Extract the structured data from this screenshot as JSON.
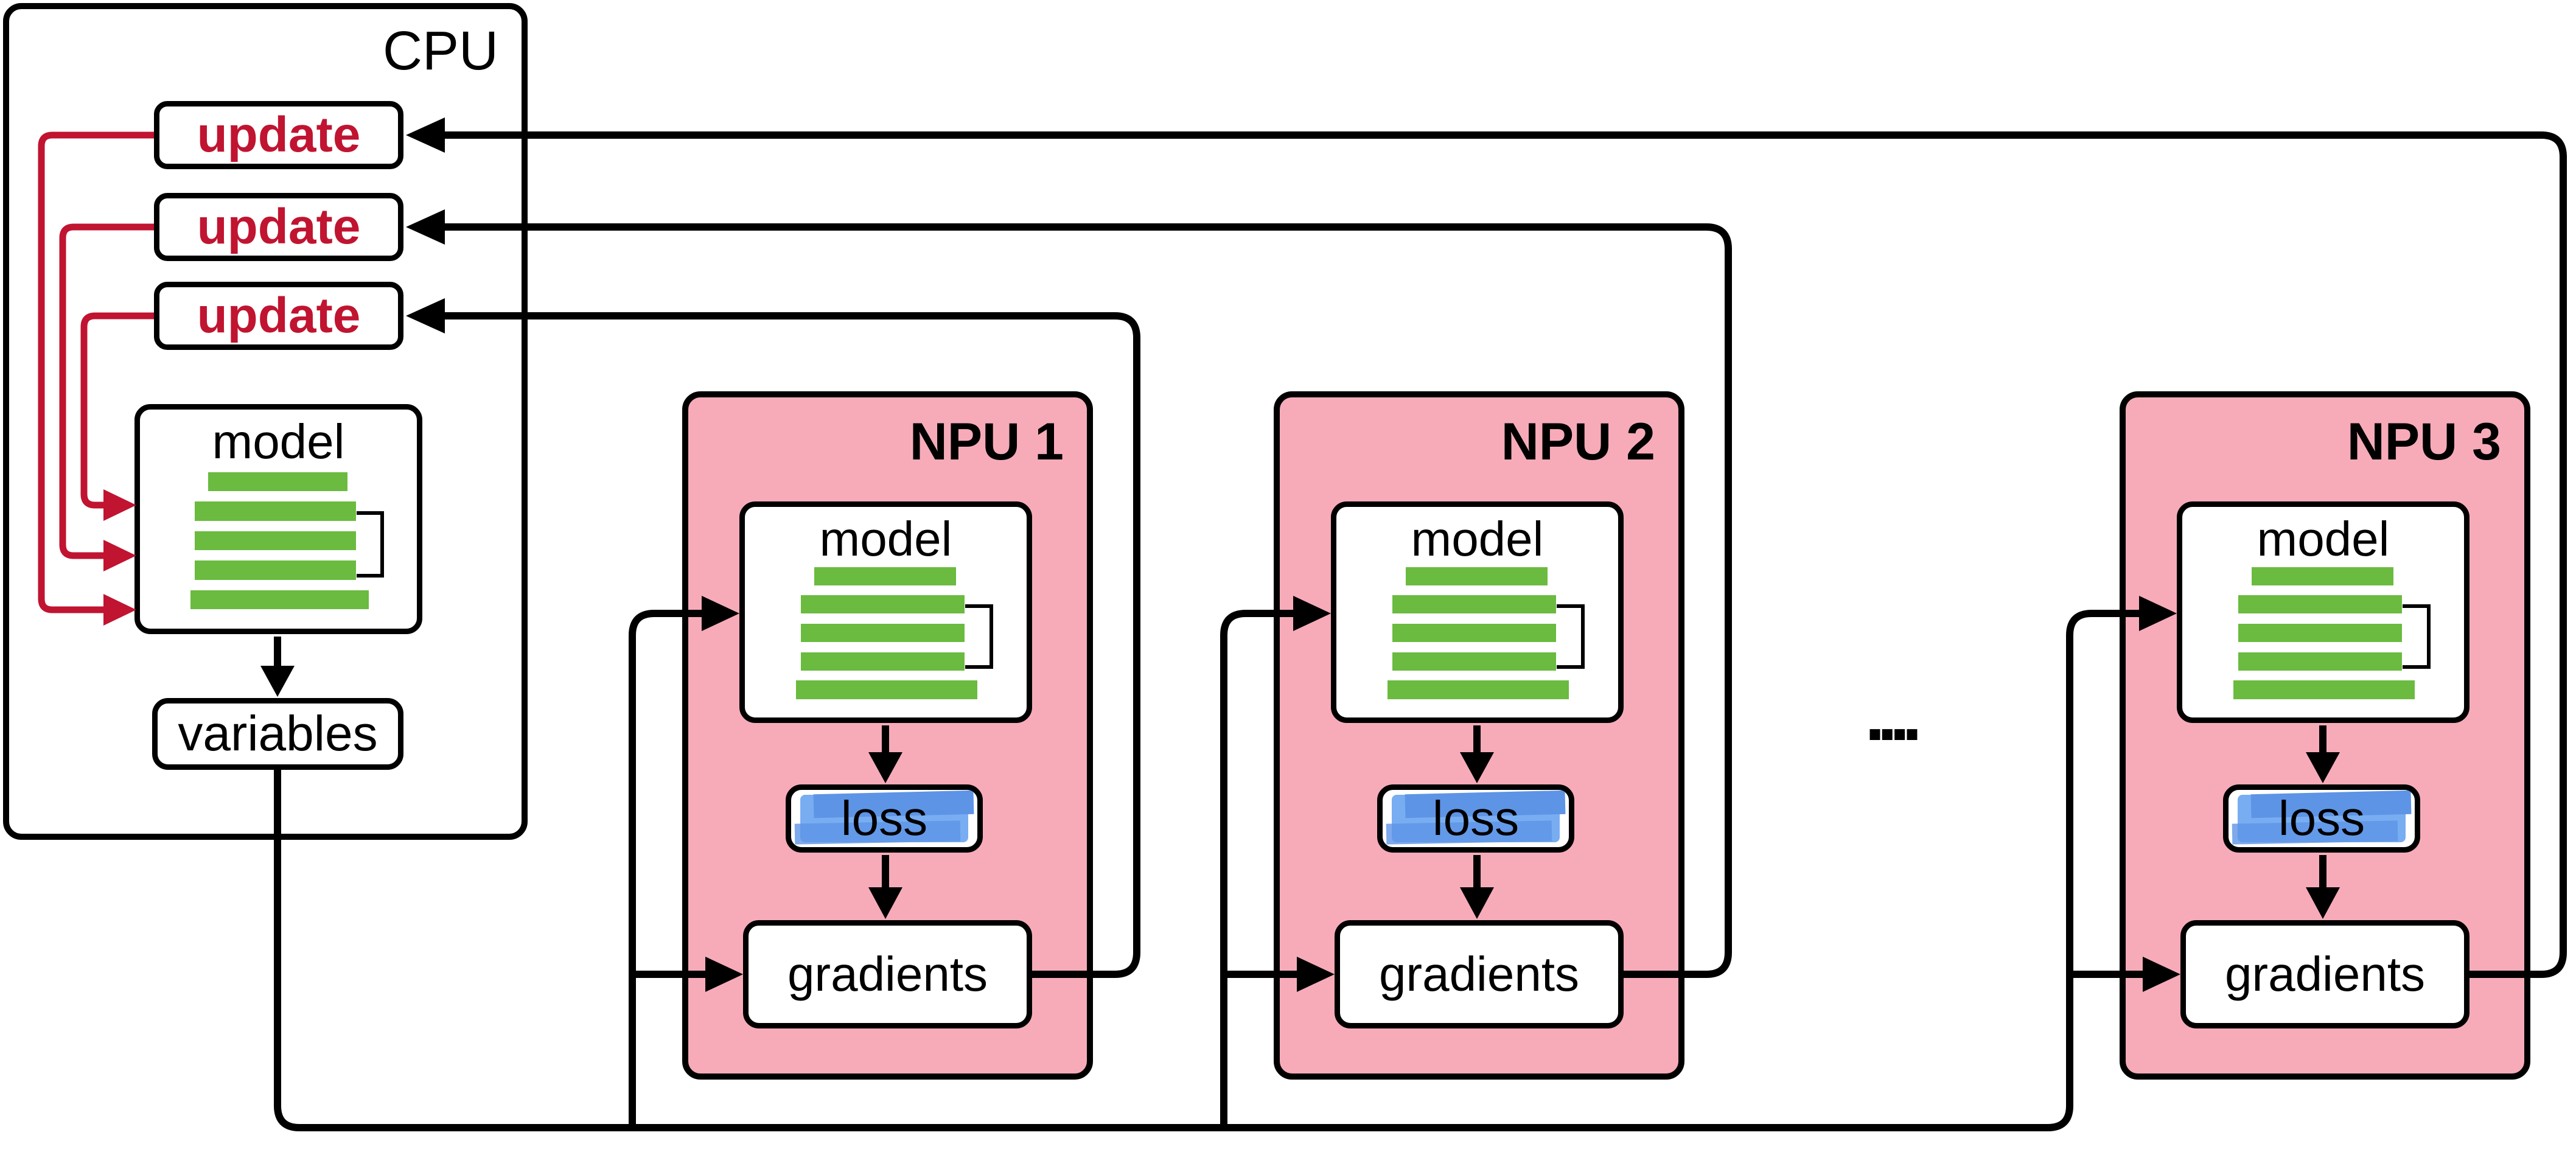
{
  "colors": {
    "accent-red": "#c01431",
    "npu-pink": "#f7abb9",
    "bar-green": "#6abb3f",
    "loss-blue": "#79adf2",
    "loss-blue-dark": "#5e94e6",
    "wire-black": "#000000"
  },
  "cpu": {
    "label": "CPU",
    "updates": [
      "update",
      "update",
      "update"
    ],
    "model_label": "model",
    "variables_label": "variables"
  },
  "npus": [
    {
      "label": "NPU 1",
      "model_label": "model",
      "loss_label": "loss",
      "gradients_label": "gradients"
    },
    {
      "label": "NPU 2",
      "model_label": "model",
      "loss_label": "loss",
      "gradients_label": "gradients"
    },
    {
      "label": "NPU 3",
      "model_label": "model",
      "loss_label": "loss",
      "gradients_label": "gradients"
    }
  ],
  "ellipsis": "...."
}
